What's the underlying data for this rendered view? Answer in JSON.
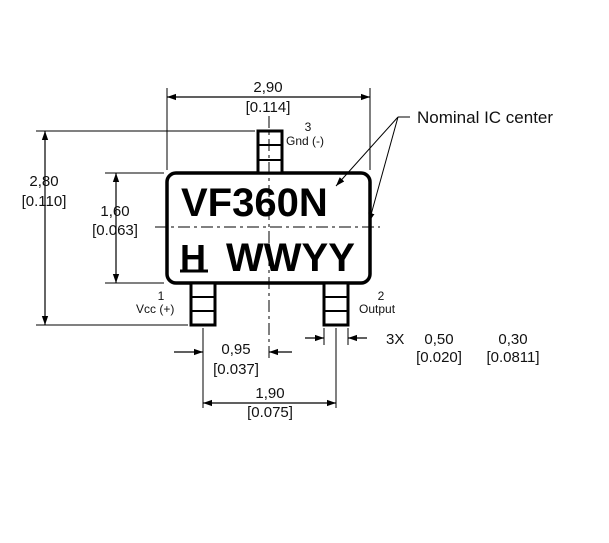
{
  "diagram": {
    "marking": {
      "line1": "VF360N",
      "logo": "H",
      "line2": "WWYY"
    },
    "note": "Nominal IC center",
    "pins": [
      {
        "number": "3",
        "name": "Gnd (-)"
      },
      {
        "number": "1",
        "name": "Vcc (+)"
      },
      {
        "number": "2",
        "name": "Output"
      }
    ],
    "dimensions": {
      "body_width": {
        "mm": "2,90",
        "in": "[0.114]"
      },
      "overall_height": {
        "mm": "2,80",
        "in": "[0.110]"
      },
      "body_height": {
        "mm": "1,60",
        "in": "[0.063]"
      },
      "pin_pitch": {
        "mm": "0,95",
        "in": "[0.037]"
      },
      "outer_pin_span": {
        "mm": "1,90",
        "in": "[0.075]"
      },
      "lead": {
        "count": "3X",
        "width_mm": "0,50",
        "width_in": "[0.020]",
        "length_mm": "0,30",
        "length_in": "[0.0811]"
      }
    }
  }
}
